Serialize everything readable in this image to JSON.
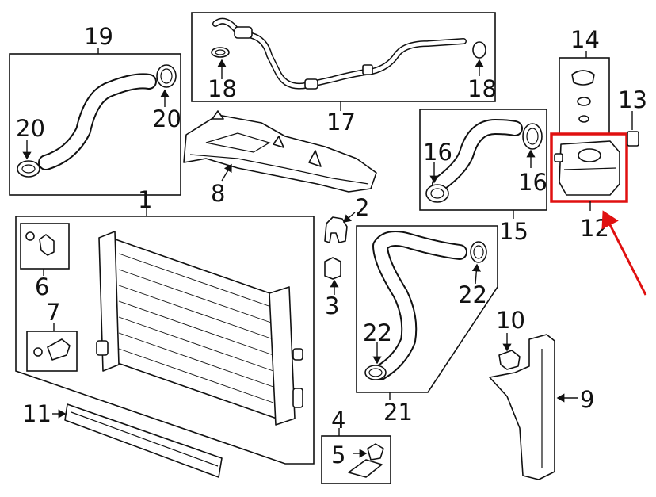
{
  "callouts": {
    "c1": "1",
    "c2": "2",
    "c3": "3",
    "c4": "4",
    "c5": "5",
    "c6": "6",
    "c7": "7",
    "c8": "8",
    "c9": "9",
    "c10": "10",
    "c11": "11",
    "c12": "12",
    "c13": "13",
    "c14": "14",
    "c15": "15",
    "c16a": "16",
    "c16b": "16",
    "c17": "17",
    "c18a": "18",
    "c18b": "18",
    "c19": "19",
    "c20": "20",
    "c21": "21",
    "c22a": "22",
    "c22b": "22"
  },
  "colors": {
    "highlight": "#e01010",
    "line": "#111111"
  },
  "highlighted_part": "12"
}
